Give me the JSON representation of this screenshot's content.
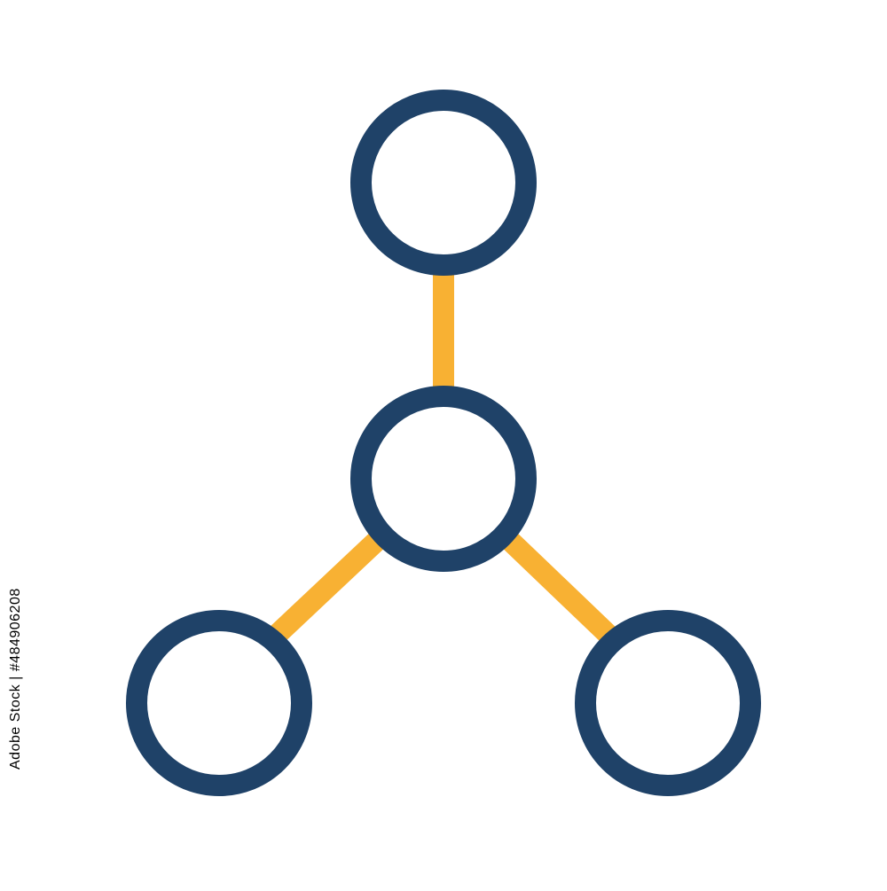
{
  "diagram": {
    "nodes": [
      {
        "id": "top"
      },
      {
        "id": "center"
      },
      {
        "id": "bottom-left"
      },
      {
        "id": "bottom-right"
      }
    ],
    "edges": [
      {
        "from": "top",
        "to": "center"
      },
      {
        "from": "center",
        "to": "bottom-left"
      },
      {
        "from": "center",
        "to": "bottom-right"
      }
    ]
  },
  "colors": {
    "node_stroke": "#1f4268",
    "edge_stroke": "#f8b133",
    "background": "#ffffff"
  },
  "watermark": {
    "stock_id": "Adobe Stock | #484906208"
  }
}
